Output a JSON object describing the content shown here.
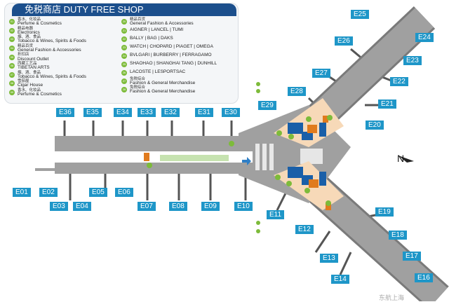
{
  "legend": {
    "title": "免税商店 DUTY FREE SHOP",
    "left": [
      {
        "num": "01",
        "zh": "香水、化妆品",
        "en": "Perfume & Cosmetics"
      },
      {
        "num": "02",
        "zh": "精品电器",
        "en": "Electronics"
      },
      {
        "num": "03",
        "zh": "烟、酒、食品",
        "en": "Tobacco & Wines, Spirits & Foods"
      },
      {
        "num": "04",
        "zh": "精品百货",
        "en": "General Fashion & Accessories"
      },
      {
        "num": "05",
        "zh": "折扣店",
        "en": "Discount Outlet"
      },
      {
        "num": "06",
        "zh": "西藏工艺品",
        "en": "TIBETAN ARTS"
      },
      {
        "num": "07",
        "zh": "烟、酒、食品",
        "en": "Tobacco & Wines, Spirits & Foods"
      },
      {
        "num": "08",
        "zh": "雪茄屋",
        "en": "Cigar House"
      },
      {
        "num": "09",
        "zh": "香水、化妆品",
        "en": "Perfume & Cosmetics"
      }
    ],
    "right": [
      {
        "num": "20",
        "zh": "精品百货",
        "en": "General Fashion & Accessories"
      },
      {
        "num": "21",
        "zh": "",
        "en": "AIGNER | LANCEL | TUMI"
      },
      {
        "num": "22",
        "zh": "",
        "en": "BALLY | BAG | DAKS"
      },
      {
        "num": "23",
        "zh": "",
        "en": "WATCH | CHOPARD | PIAGET | OMEGA"
      },
      {
        "num": "24",
        "zh": "",
        "en": "BVLGARI | BURBERRY | FERRAGAMO"
      },
      {
        "num": "25",
        "zh": "",
        "en": "SHAOHAO | SHANGHAI TANG | DUNHILL"
      },
      {
        "num": "26",
        "zh": "",
        "en": "LACOSTE | LESPORTSAC"
      },
      {
        "num": "27",
        "zh": "免税综合",
        "en": "Fashion & General Merchandise"
      },
      {
        "num": "28",
        "zh": "免税综合",
        "en": "Fashion & General Merchandise"
      }
    ]
  },
  "gates": [
    "E36",
    "E35",
    "E34",
    "E33",
    "E32",
    "E31",
    "E30",
    "E01",
    "E02",
    "E03",
    "E04",
    "E05",
    "E06",
    "E07",
    "E08",
    "E09",
    "E10",
    "E11",
    "E12",
    "E25",
    "E24",
    "E26",
    "E23",
    "E27",
    "E22",
    "E28",
    "E21",
    "E29",
    "E20",
    "E19",
    "E18",
    "E13",
    "E17",
    "E14",
    "E16"
  ],
  "compass": "N",
  "watermark": "东航上海",
  "colors": {
    "gate": "#1e96c8",
    "shop": "#7dbb3a",
    "header": "#1c4f8c",
    "terminal": "#9a9a9a"
  }
}
